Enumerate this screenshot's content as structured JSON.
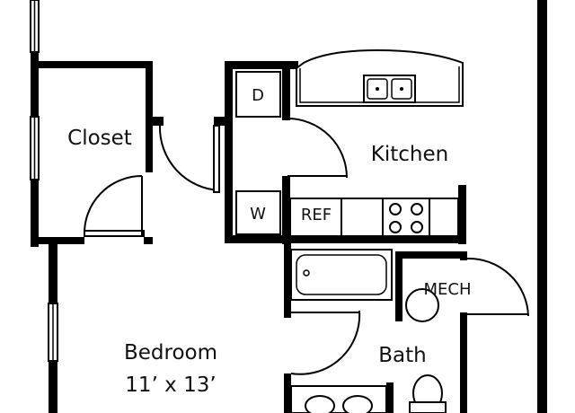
{
  "rooms": {
    "closet": "Closet",
    "kitchen": "Kitchen",
    "bedroom": "Bedroom",
    "bedroom_size": "11’ x 13’",
    "bath": "Bath"
  },
  "fixtures": {
    "dryer": "D",
    "washer": "W",
    "refrigerator": "REF",
    "mechanical": "MECH"
  }
}
